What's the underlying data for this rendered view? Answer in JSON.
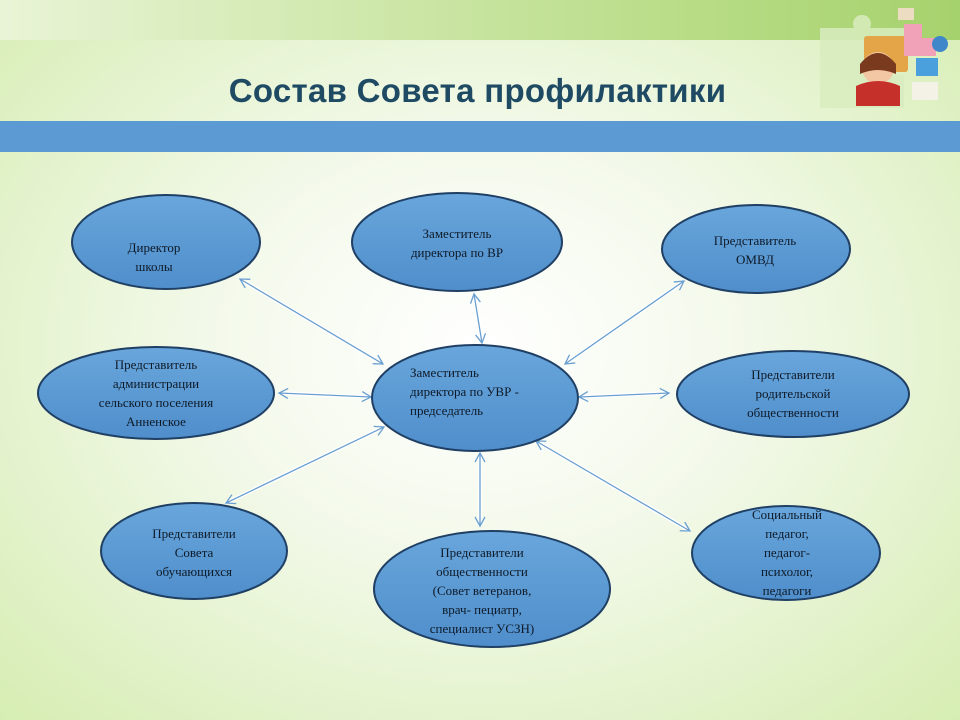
{
  "title": "Состав Совета профилактики",
  "center": "Заместитель\nдиректора по УВР -\nпредседатель",
  "nodes": [
    {
      "id": "director",
      "text": "Директор\nшколы"
    },
    {
      "id": "deputy-vr",
      "text": "Заместитель\nдиректора по ВР"
    },
    {
      "id": "omvd",
      "text": "Представитель\nОМВД"
    },
    {
      "id": "admin",
      "text": "Представитель\nадминистрации\nсельского поселения\nАнненское"
    },
    {
      "id": "parents",
      "text": "Представители\nродительской\nобщественности"
    },
    {
      "id": "students",
      "text": "Представители\nСовета\nобучающихся"
    },
    {
      "id": "public",
      "text": "Представители\nобщественности\n(Совет ветеранов,\nврач- пециатр,\nспециалист УСЗН)"
    },
    {
      "id": "social",
      "text": "Социальный\nпедагог,\nпедагог-\nпсихолог,\nпедагоги"
    }
  ],
  "colors": {
    "ellipse_fill": "#5b9ad3",
    "ellipse_stroke": "#1f3f64",
    "arrow": "#6a9fd0",
    "bar": "#5b9ad3",
    "title": "#1f4a63"
  },
  "icons": {
    "corner_decoration": "puzzle-collage-icon"
  }
}
